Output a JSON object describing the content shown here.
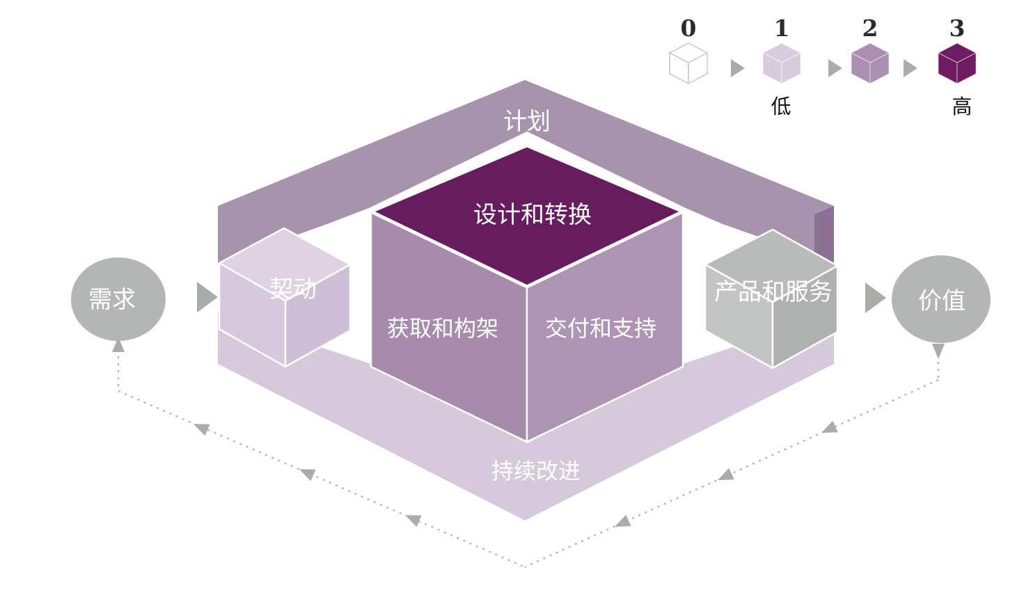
{
  "legend": {
    "levels": [
      "0",
      "1",
      "2",
      "3"
    ],
    "low": "低",
    "high": "高"
  },
  "labels": {
    "plan": "计划",
    "design_transition": "设计和转换",
    "obtain_build": "获取和构架",
    "deliver_support": "交付和支持",
    "engage": "契动",
    "products_services": "产品和服务",
    "continual_improvement": "持续改进",
    "demand": "需求",
    "value": "价值"
  },
  "colors": {
    "ring_top": "#a893ac",
    "ring_bottom": "#d6c9db",
    "ring_right_face": "#8d7194",
    "cube_top": "#671c5e",
    "cube_left": "#a68bab",
    "cube_right": "#ae94b3",
    "engage_top": "#ded2e3",
    "engage_left": "#d7c9dd",
    "engage_right": "#cfbfd6",
    "gray_top": "#b8bbba",
    "gray_left": "#c3c5c4",
    "gray_right": "#aeb1b0",
    "circle": "#b3b6b5",
    "arrow": "#a9aca9",
    "dotted": "#b6b6b6",
    "legend_level0_fill": "#ffffff",
    "legend_level0_stroke": "#c9c6ca",
    "legend_level1": "#d8cbde",
    "legend_level2": "#ab90b2",
    "legend_level3": "#6e1b63",
    "legend_text": "#2b2b2b"
  }
}
